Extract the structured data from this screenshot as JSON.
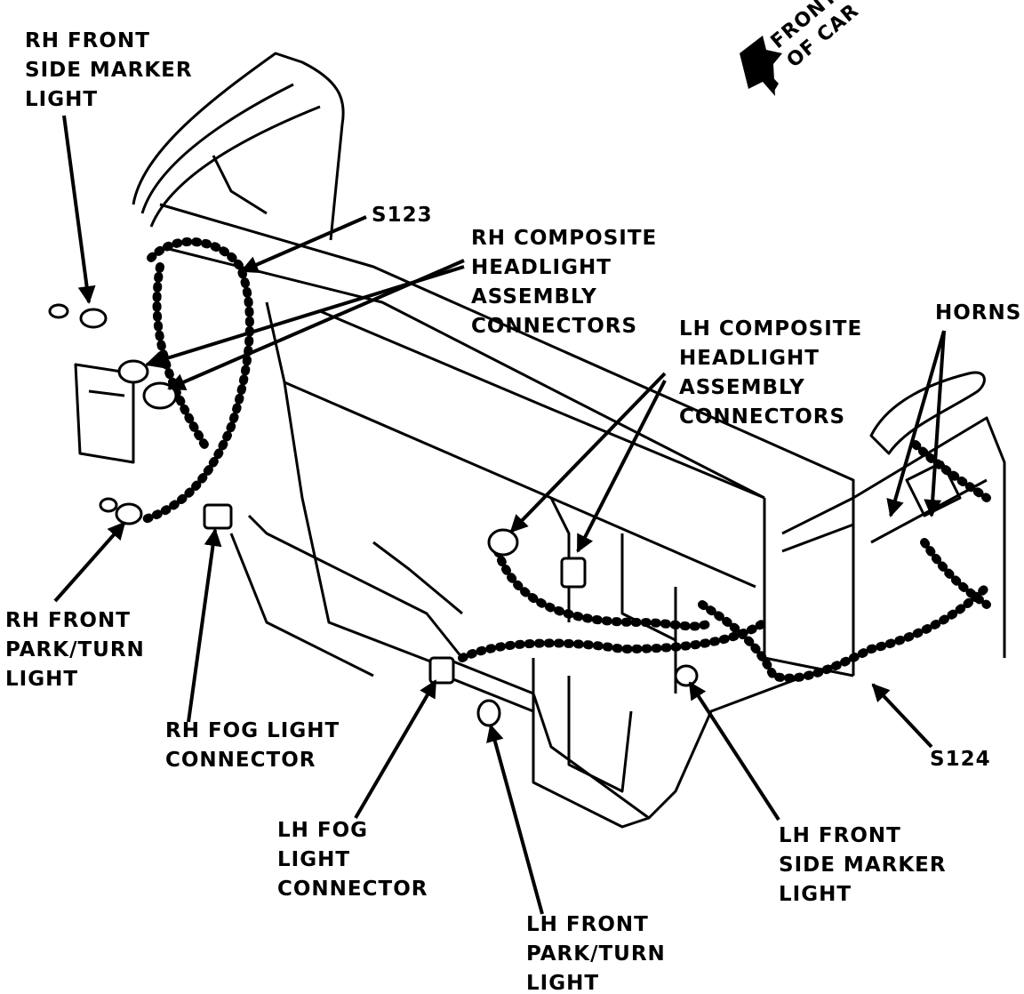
{
  "orientation": {
    "lines": [
      "FRONT",
      "OF CAR"
    ],
    "arrow_icon": "direction-arrow-icon"
  },
  "labels": {
    "rh_side_marker": [
      "RH FRONT",
      "SIDE MARKER",
      "LIGHT"
    ],
    "s123": [
      "S123"
    ],
    "rh_headlight": [
      "RH COMPOSITE",
      "HEADLIGHT",
      "ASSEMBLY",
      "CONNECTORS"
    ],
    "lh_headlight": [
      "LH COMPOSITE",
      "HEADLIGHT",
      "ASSEMBLY",
      "CONNECTORS"
    ],
    "horns": [
      "HORNS"
    ],
    "rh_park_turn": [
      "RH FRONT",
      "PARK/TURN",
      "LIGHT"
    ],
    "rh_fog": [
      "RH FOG LIGHT",
      "CONNECTOR"
    ],
    "s124": [
      "S124"
    ],
    "lh_fog": [
      "LH FOG",
      "LIGHT",
      "CONNECTOR"
    ],
    "lh_park_turn": [
      "LH FRONT",
      "PARK/TURN",
      "LIGHT"
    ],
    "lh_side_marker": [
      "LH FRONT",
      "SIDE MARKER",
      "LIGHT"
    ]
  },
  "colors": {
    "ink": "#000000",
    "paper": "#ffffff"
  }
}
